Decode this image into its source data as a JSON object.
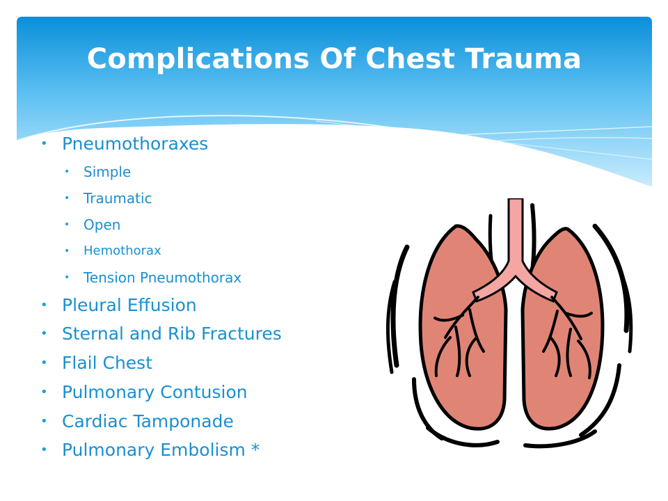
{
  "slide": {
    "title": "Complications Of Chest Trauma",
    "bullets": [
      {
        "text": "Pneumothoraxes",
        "level": 1
      },
      {
        "text": "Simple",
        "level": 2
      },
      {
        "text": "Traumatic",
        "level": 2
      },
      {
        "text": "Open",
        "level": 2
      },
      {
        "text": "Hemothorax",
        "level": 2
      },
      {
        "text": "Tension Pneumothorax",
        "level": 2
      },
      {
        "text": "Pleural Effusion",
        "level": 1
      },
      {
        "text": "Sternal and Rib Fractures",
        "level": 1
      },
      {
        "text": "Flail Chest",
        "level": 1
      },
      {
        "text": "Pulmonary Contusion",
        "level": 1
      },
      {
        "text": "Cardiac Tamponade",
        "level": 1
      },
      {
        "text": "Pulmonary Embolism *",
        "level": 1
      }
    ],
    "clipart": "lungs-illustration",
    "colors": {
      "header_top": "#0a8fd9",
      "header_bottom": "#bfe6fb",
      "title": "#ffffff",
      "bullet_text": "#1a8fd0",
      "lung_fill": "#e08576",
      "trachea_fill": "#f4a6a3",
      "outline": "#000000"
    }
  }
}
